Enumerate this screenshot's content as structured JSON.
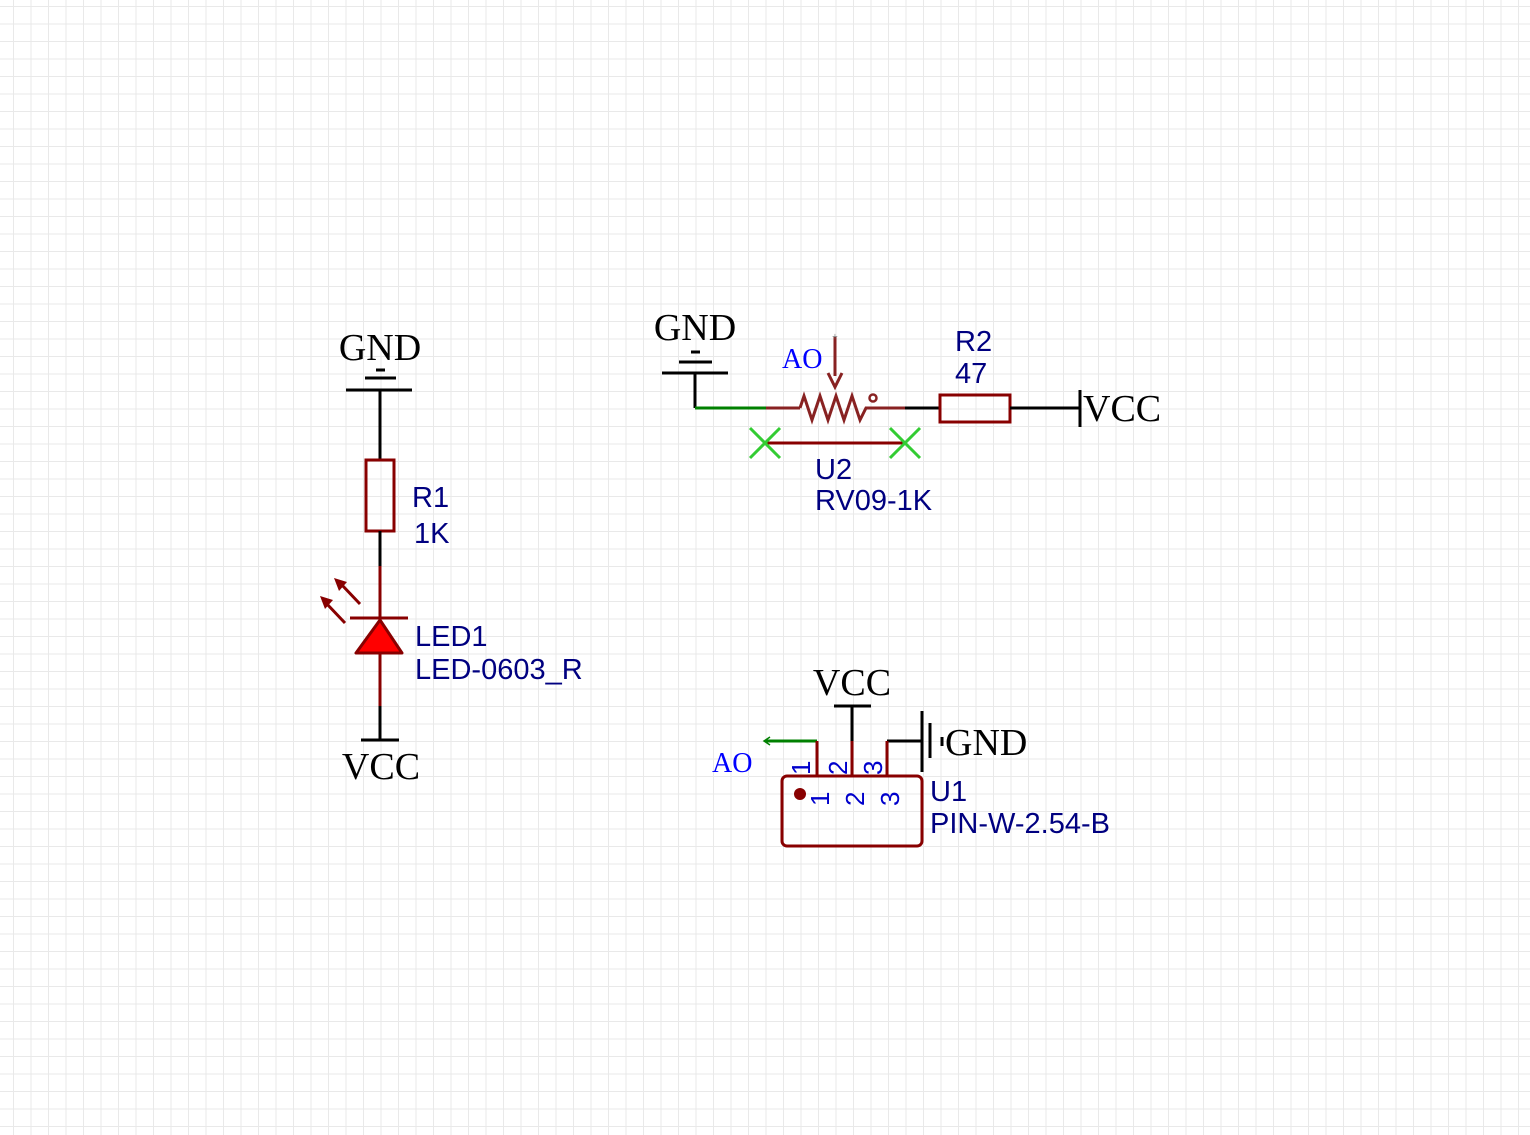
{
  "colors": {
    "wire": "#000000",
    "net_wire": "#008000",
    "component": "#880000",
    "led_fill": "#ff0000",
    "designator": "#000080",
    "net_label": "#0000ff",
    "power_label": "#000000",
    "noconnect": "#33cc33",
    "grid": "#e9e9e9"
  },
  "power_ports": {
    "gnd_led": "GND",
    "vcc_led": "VCC",
    "gnd_pot": "GND",
    "vcc_pot": "VCC",
    "vcc_header": "VCC",
    "gnd_header": "GND"
  },
  "net_labels": {
    "pot_wiper": "AO",
    "header_pin1": "AO"
  },
  "components": {
    "r1": {
      "designator": "R1",
      "value": "1K"
    },
    "led1": {
      "designator": "LED1",
      "value": "LED-0603_R"
    },
    "u2": {
      "designator": "U2",
      "value": "RV09-1K"
    },
    "r2": {
      "designator": "R2",
      "value": "47"
    },
    "u1": {
      "designator": "U1",
      "value": "PIN-W-2.54-B",
      "pin_numbers_outer": [
        "1",
        "2",
        "3"
      ],
      "pin_numbers_inner": [
        "1",
        "2",
        "3"
      ]
    }
  }
}
